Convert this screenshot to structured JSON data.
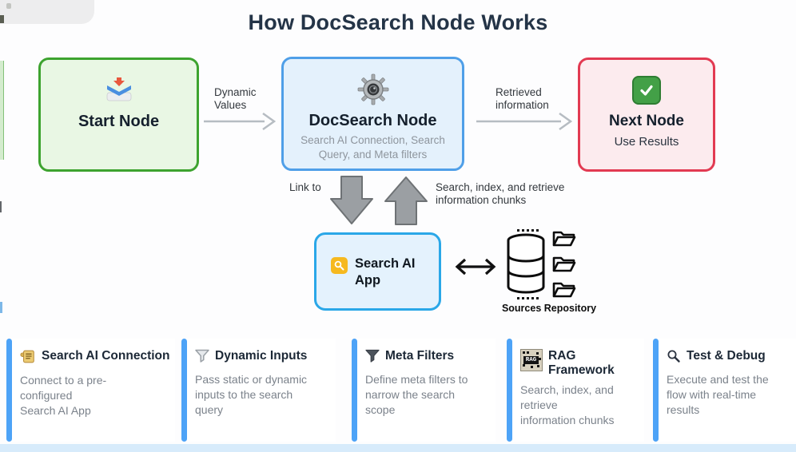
{
  "title": "How DocSearch Node Works",
  "flow": {
    "start": {
      "label": "Start Node",
      "icon": "inbox-tray-icon"
    },
    "docsearch": {
      "label": "DocSearch Node",
      "subtitle": "Search AI Connection, Search\nQuery, and Meta filters",
      "icon": "gear-icon"
    },
    "next": {
      "label": "Next Node",
      "subtitle": "Use Results",
      "icon": "check-mark-icon"
    },
    "edges": {
      "dynamic_values": "Dynamic\nValues",
      "retrieved_information": "Retrieved\ninformation",
      "link_to": "Link to",
      "search_index_chunks": "Search, index, and retrieve\ninformation chunks",
      "app_repository": "bidirectional"
    },
    "app": {
      "label": "Search AI\nApp",
      "icon": "search-app-icon"
    },
    "repository": {
      "label": "Sources Repository",
      "icon": "database-folders-icon"
    }
  },
  "features": [
    {
      "icon": "scroll-icon",
      "title": "Search AI Connection",
      "description": "Connect to a pre-\nconfigured\nSearch AI App"
    },
    {
      "icon": "funnel-outline-icon",
      "title": "Dynamic Inputs",
      "description": "Pass static or dynamic\ninputs to the search\nquery"
    },
    {
      "icon": "funnel-filled-icon",
      "title": "Meta Filters",
      "description": "Define meta filters to\nnarrow the search\nscope"
    },
    {
      "icon": "rag-badge-icon",
      "icon_text": "RAG",
      "title": "RAG Framework",
      "description": "Search, index, and\nretrieve\ninformation chunks"
    },
    {
      "icon": "magnifier-icon",
      "title": "Test & Debug",
      "description": "Execute and test the\nflow with real-time\nresults"
    }
  ],
  "colors": {
    "title_text": "#243447",
    "start_border": "#3da32f",
    "start_bg": "#e9f7e4",
    "docsearch_border": "#4f9fe8",
    "docsearch_bg": "#e4f1fc",
    "next_border": "#e23a52",
    "next_bg": "#fcebee",
    "app_border": "#2aa7e8",
    "app_bg": "#e4f2fd",
    "card_accent": "#4da3f7",
    "arrow_gray": "#b6bcc2",
    "block_arrow": "#9b9fa3"
  }
}
